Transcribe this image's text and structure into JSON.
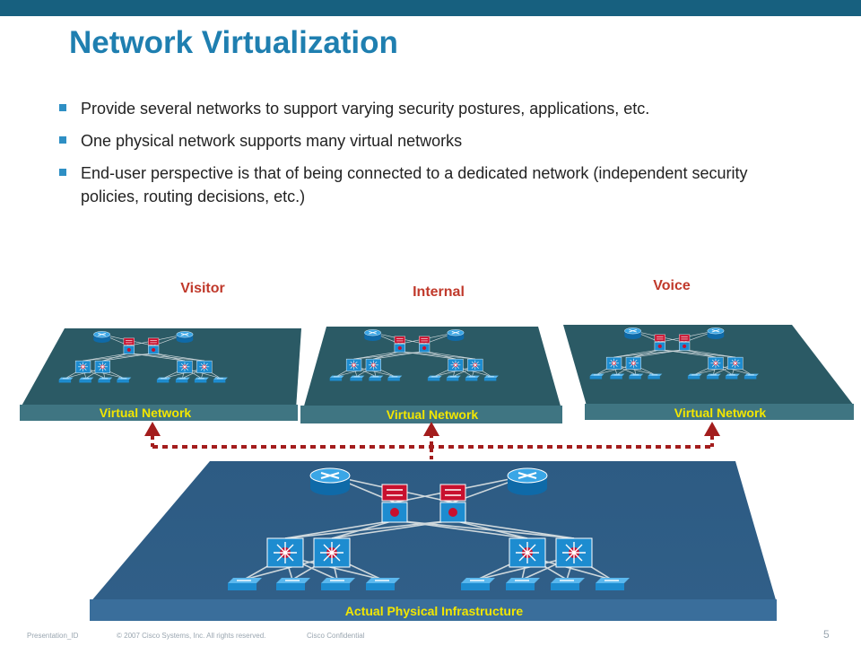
{
  "slide": {
    "title": "Network Virtualization",
    "bullets": [
      "Provide several networks to support varying security postures, applications, etc.",
      "One physical network supports many virtual networks",
      "End-user perspective is that of being connected to a dedicated network (independent security policies, routing decisions, etc.)"
    ],
    "page_number": "5"
  },
  "diagram": {
    "networks": [
      {
        "name": "Visitor",
        "label": "Virtual Network"
      },
      {
        "name": "Internal",
        "label": "Virtual Network"
      },
      {
        "name": "Voice",
        "label": "Virtual Network"
      }
    ],
    "physical_label": "Actual Physical Infrastructure"
  },
  "footer": {
    "presentation_id": "Presentation_ID",
    "copyright": "© 2007 Cisco Systems, Inc. All rights reserved.",
    "confidential": "Cisco Confidential"
  },
  "colors": {
    "title": "#1f7fb0",
    "top_bar": "#17607f",
    "platform_top": "#2c5b66",
    "platform_edge": "#4a7f8b",
    "physical_top": "#2f5f86",
    "physical_edge": "#3a6f9e",
    "accent_red": "#c0392b",
    "label_yellow": "#f2e600",
    "label_red": "#c0392b",
    "device_blue": "#1d8cd0",
    "device_red": "#c8102e"
  }
}
